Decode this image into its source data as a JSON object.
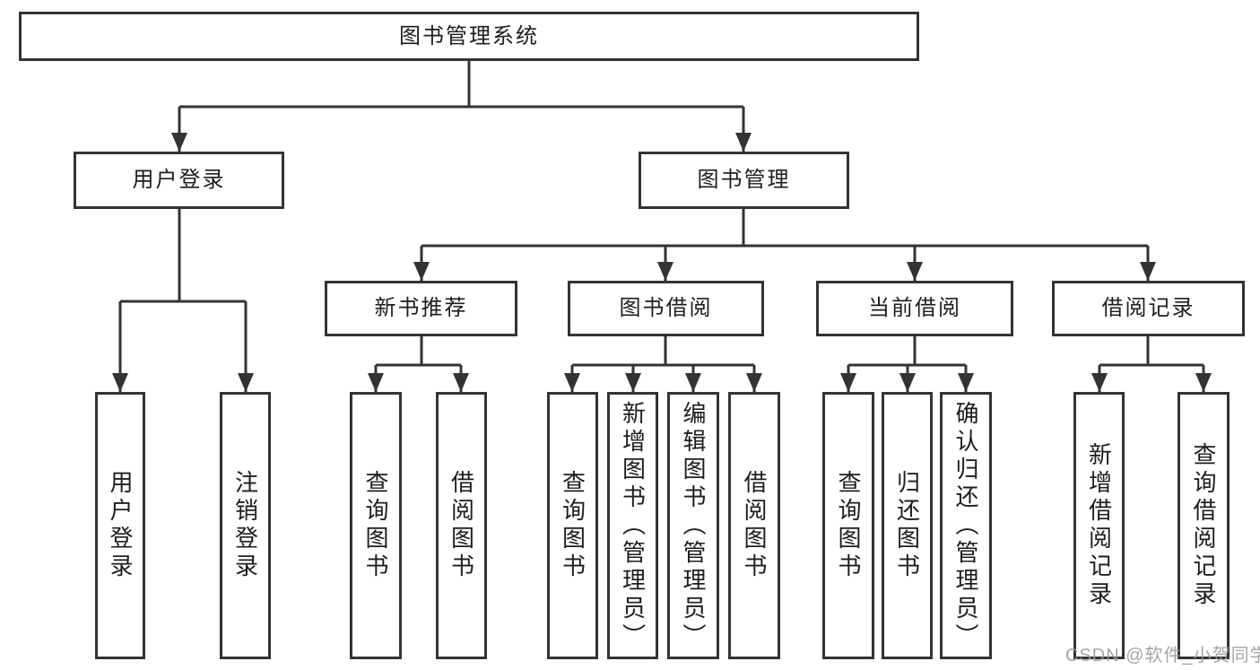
{
  "tree": {
    "root": {
      "label": "图书管理系统"
    },
    "branches": [
      {
        "label": "用户登录",
        "children": [
          {
            "label": "用户登录"
          },
          {
            "label": "注销登录"
          }
        ]
      },
      {
        "label": "图书管理",
        "children": [
          {
            "label": "新书推荐",
            "children": [
              {
                "label": "查询图书"
              },
              {
                "label": "借阅图书"
              }
            ]
          },
          {
            "label": "图书借阅",
            "children": [
              {
                "label": "查询图书"
              },
              {
                "label": "新增图书（管理员）"
              },
              {
                "label": "编辑图书（管理员）"
              },
              {
                "label": "借阅图书"
              }
            ]
          },
          {
            "label": "当前借阅",
            "children": [
              {
                "label": "查询图书"
              },
              {
                "label": "归还图书"
              },
              {
                "label": "确认归还（管理员）"
              }
            ]
          },
          {
            "label": "借阅记录",
            "children": [
              {
                "label": "新增借阅记录"
              },
              {
                "label": "查询借阅记录"
              }
            ]
          }
        ]
      }
    ]
  },
  "watermark": {
    "text": "CSDN @软件_小贺同学"
  },
  "colors": {
    "line": "#333333",
    "box_border": "#333333",
    "text": "#1d1d1d",
    "watermark": "#9b9b9b",
    "background": "#ffffff"
  }
}
